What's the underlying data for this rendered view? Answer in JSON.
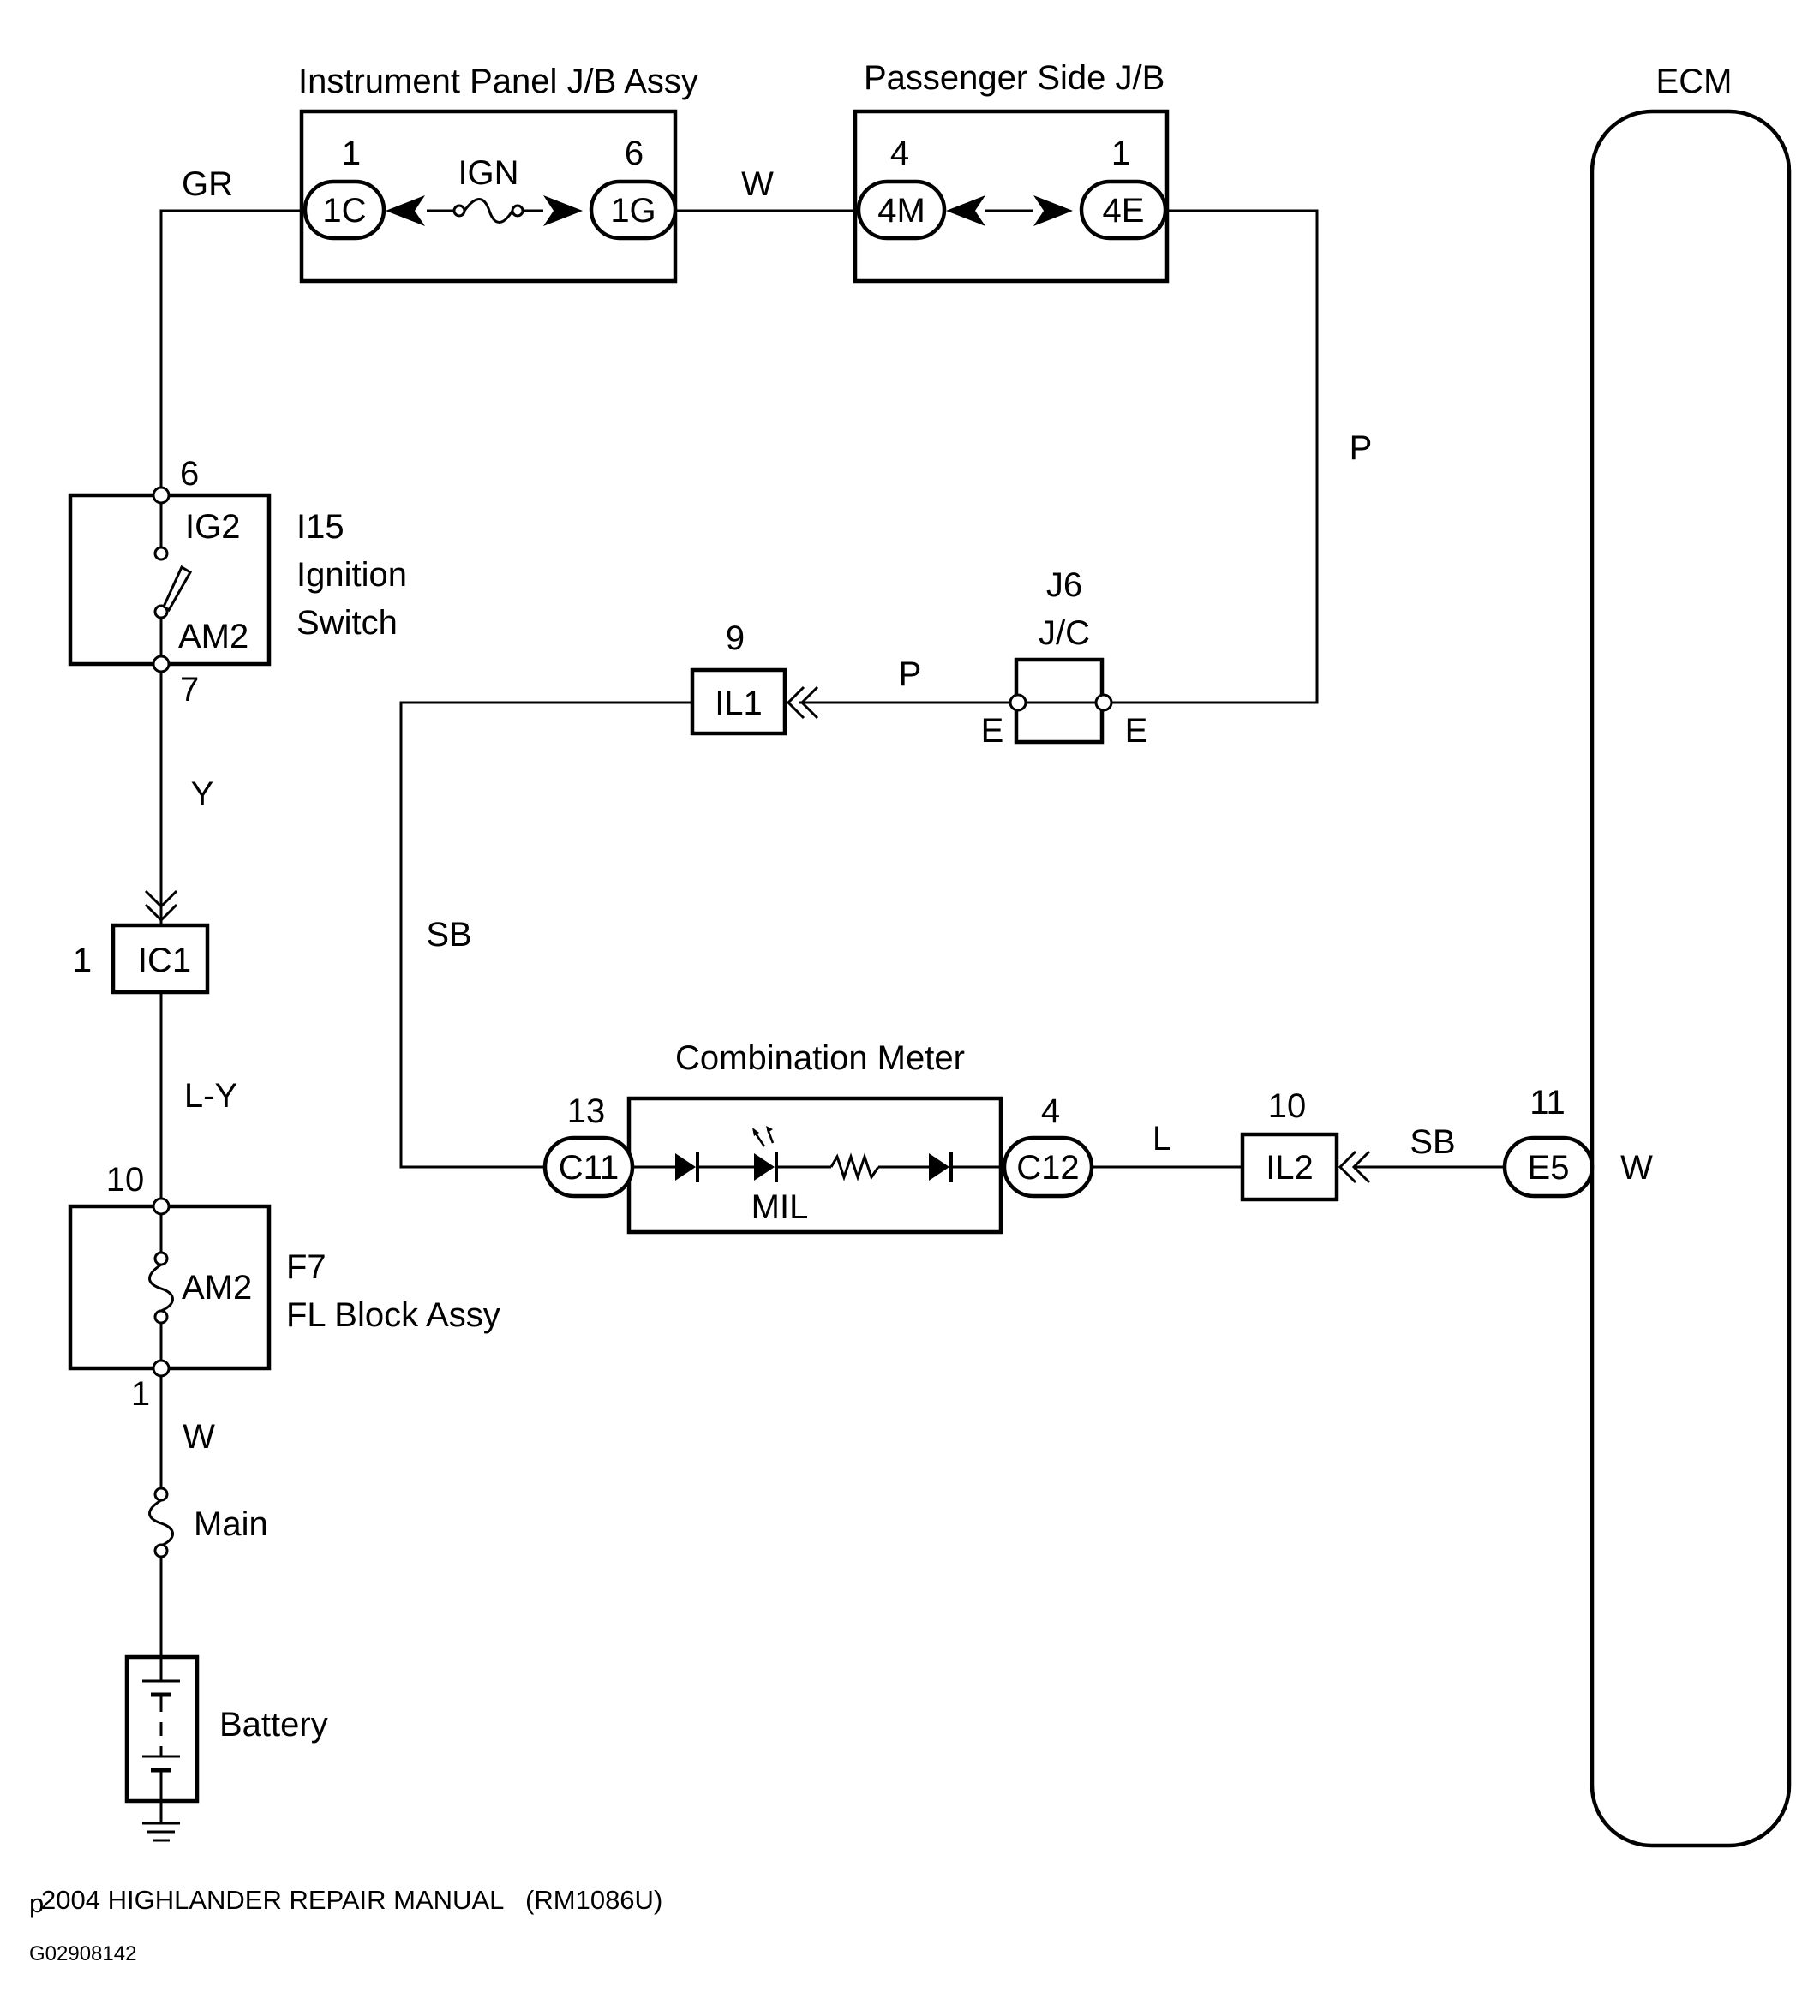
{
  "components": {
    "instrument_panel_jb": "Instrument Panel J/B Assy",
    "passenger_side_jb": "Passenger Side J/B",
    "ecm": "ECM",
    "ignition_switch": {
      "code": "I15",
      "line1": "Ignition",
      "line2": "Switch",
      "term_top": "IG2",
      "term_bottom": "AM2"
    },
    "junction_connector": {
      "code": "J6",
      "name": "J/C",
      "left": "E",
      "right": "E"
    },
    "combination_meter": "Combination Meter",
    "mil": "MIL",
    "fl_block": {
      "code": "F7",
      "name": "FL Block Assy",
      "fuse": "AM2"
    },
    "main_fuse": "Main",
    "battery": "Battery",
    "ign_fuse": "IGN"
  },
  "connectors": {
    "c1C": "1C",
    "c1G": "1G",
    "c4M": "4M",
    "c4E": "4E",
    "IL1": "IL1",
    "IC1": "IC1",
    "C11": "C11",
    "C12": "C12",
    "IL2": "IL2",
    "E5": "E5"
  },
  "pins": {
    "p1C": "1",
    "p1G": "6",
    "p4M": "4",
    "p4E": "1",
    "ig_top": "6",
    "ig_bottom": "7",
    "IL1": "9",
    "IC1": "1",
    "fl_top": "10",
    "fl_bottom": "1",
    "C11": "13",
    "C12": "4",
    "IL2": "10",
    "E5": "11"
  },
  "wires": {
    "gr": "GR",
    "w_top": "W",
    "p_right": "P",
    "p_jc": "P",
    "y": "Y",
    "ly": "L-Y",
    "w_left": "W",
    "sb_left": "SB",
    "l": "L",
    "sb_right": "SB",
    "w_ecm": "W"
  },
  "footer": {
    "manual": "2004 HIGHLANDER REPAIR MANUAL   (RM1086U)",
    "page_prefix": "p",
    "code": "G02908142"
  }
}
